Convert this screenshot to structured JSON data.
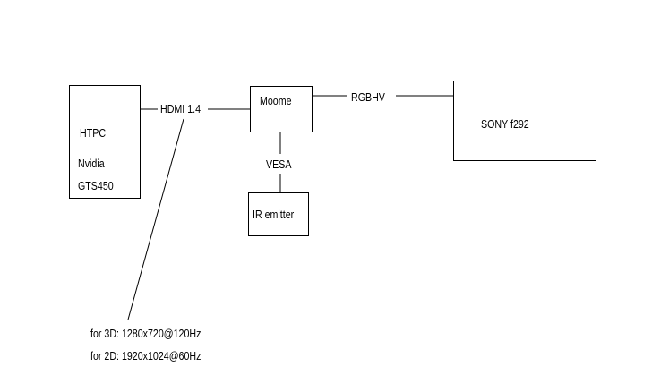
{
  "nodes": {
    "htpc": {
      "name": "HTPC",
      "gpu_line1": "Nvidia",
      "gpu_line2": "GTS450"
    },
    "moome": {
      "name": "Moome"
    },
    "sony": {
      "name": "SONY f292"
    },
    "ir": {
      "name": "IR emitter"
    }
  },
  "links": {
    "hdmi": "HDMI 1.4",
    "rgbhv": "RGBHV",
    "vesa": "VESA"
  },
  "note": {
    "line1": "for 3D: 1280x720@120Hz",
    "line2": "for 2D: 1920x1024@60Hz"
  }
}
